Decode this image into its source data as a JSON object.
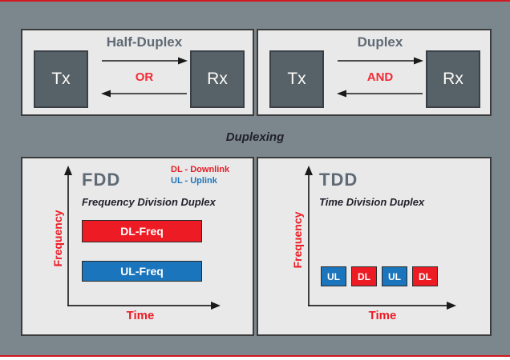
{
  "colors": {
    "background": "#7c878d",
    "panel_bg": "#e9e9ea",
    "panel_border": "#3b3b3b",
    "node_fill": "#576168",
    "title_gray": "#5f6a74",
    "red": "#ed1c24",
    "connector_red": "#f42a35",
    "blue": "#1b75bc",
    "dark_text": "#20202b",
    "accent_line_red": "#d01920"
  },
  "half_duplex_panel": {
    "title": "Half-Duplex",
    "tx": "Tx",
    "rx": "Rx",
    "connector": "OR"
  },
  "duplex_panel": {
    "title": "Duplex",
    "tx": "Tx",
    "rx": "Rx",
    "connector": "AND"
  },
  "section_label": "Duplexing",
  "legend": {
    "dl": "DL - Downlink",
    "ul": "UL - Uplink"
  },
  "fdd_panel": {
    "title": "FDD",
    "subtitle": "Frequency Division Duplex",
    "y_axis": "Frequency",
    "x_axis": "Time",
    "bars": [
      {
        "label": "DL-Freq",
        "color": "#ed1c24"
      },
      {
        "label": "UL-Freq",
        "color": "#1b75bc"
      }
    ]
  },
  "tdd_panel": {
    "title": "TDD",
    "subtitle": "Time Division Duplex",
    "y_axis": "Frequency",
    "x_axis": "Time",
    "slots": [
      {
        "label": "UL",
        "color": "#1b75bc"
      },
      {
        "label": "DL",
        "color": "#ed1c24"
      },
      {
        "label": "UL",
        "color": "#1b75bc"
      },
      {
        "label": "DL",
        "color": "#ed1c24"
      }
    ]
  }
}
